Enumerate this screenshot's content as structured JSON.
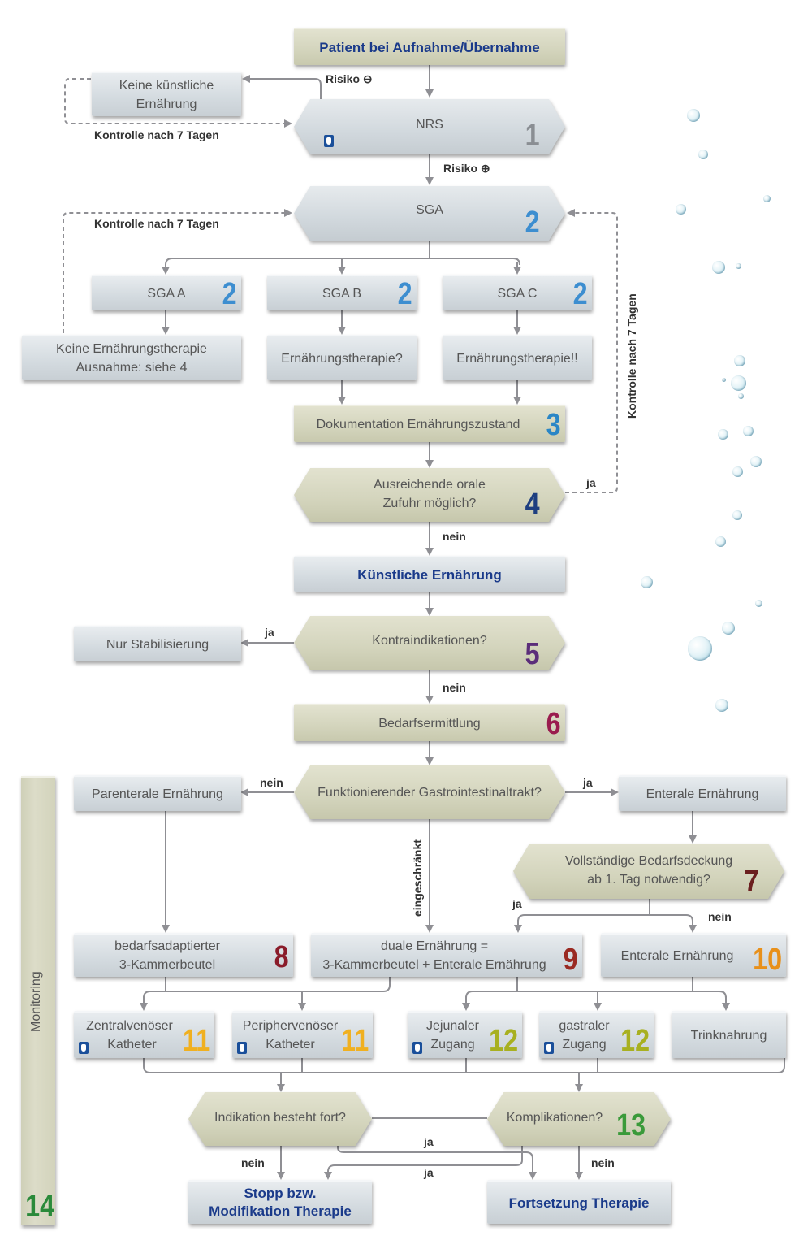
{
  "colors": {
    "num_grey": "#8a8e93",
    "num_lightblue": "#3d8ed0",
    "num_blue": "#2a86c6",
    "num_navy": "#1e3f80",
    "num_purple": "#5b2d7a",
    "num_magenta": "#9a1c4e",
    "num_brown": "#6b1f1f",
    "num_darkred": "#8a1c2a",
    "num_red": "#9a2a22",
    "num_orange": "#e8901a",
    "num_yellow": "#f0b020",
    "num_olive": "#a8b020",
    "num_green": "#3a9a3a",
    "num_darkgreen": "#2a8a3a",
    "title_blue": "#1a3a8a"
  },
  "nodes": {
    "start": {
      "text": "Patient bei Aufnahme/Übernahme"
    },
    "keine_kuenstliche": {
      "line1": "Keine künstliche",
      "line2": "Ernährung"
    },
    "nrs": {
      "text": "NRS",
      "num": "1",
      "icon": "hand-icon"
    },
    "sga": {
      "text": "SGA",
      "num": "2"
    },
    "sga_a": {
      "text": "SGA A",
      "num": "2"
    },
    "sga_b": {
      "text": "SGA B",
      "num": "2"
    },
    "sga_c": {
      "text": "SGA C",
      "num": "2"
    },
    "keine_therapie": {
      "line1": "Keine Ernährungstherapie",
      "line2": "Ausnahme: siehe 4"
    },
    "therapie_q": {
      "text": "Ernährungstherapie?"
    },
    "therapie_ex": {
      "text": "Ernährungstherapie!!"
    },
    "doku": {
      "text": "Dokumentation Ernährungszustand",
      "num": "3"
    },
    "orale": {
      "line1": "Ausreichende orale",
      "line2": "Zufuhr möglich?",
      "num": "4"
    },
    "kuenstliche": {
      "text": "Künstliche Ernährung"
    },
    "stabil": {
      "text": "Nur Stabilisierung"
    },
    "kontra": {
      "text": "Kontraindikationen?",
      "num": "5"
    },
    "bedarf": {
      "text": "Bedarfsermittlung",
      "num": "6"
    },
    "parenteral": {
      "text": "Parenterale Ernährung"
    },
    "gastro": {
      "text": "Funktionierender Gastrointestinaltrakt?"
    },
    "enteral": {
      "text": "Enterale Ernährung"
    },
    "vollst": {
      "line1": "Vollständige Bedarfsdeckung",
      "line2": "ab 1. Tag notwendig?",
      "num": "7"
    },
    "kammer": {
      "line1": "bedarfsadaptierter",
      "line2": "3-Kammerbeutel",
      "num": "8"
    },
    "dual": {
      "line1": "duale Ernährung =",
      "line2": "3-Kammerbeutel + Enterale Ernährung",
      "num": "9"
    },
    "enteral10": {
      "text": "Enterale Ernährung",
      "num": "10"
    },
    "zvk": {
      "line1": "Zentralvenöser",
      "line2": "Katheter",
      "num": "11"
    },
    "pvk": {
      "line1": "Periphervenöser",
      "line2": "Katheter",
      "num": "11"
    },
    "jejunal": {
      "line1": "Jejunaler",
      "line2": "Zugang",
      "num": "12"
    },
    "gastral": {
      "line1": "gastraler",
      "line2": "Zugang",
      "num": "12"
    },
    "trink": {
      "text": "Trinknahrung"
    },
    "indikation": {
      "text": "Indikation besteht fort?"
    },
    "kompl": {
      "text": "Komplikationen?",
      "num": "13"
    },
    "stopp": {
      "line1": "Stopp bzw.",
      "line2": "Modifikation Therapie"
    },
    "fortsetzung": {
      "text": "Fortsetzung Therapie"
    },
    "monitoring": {
      "text": "Monitoring",
      "num": "14"
    }
  },
  "edge_labels": {
    "risiko_minus": "Risiko ⊖",
    "risiko_plus": "Risiko ⊕",
    "kontrolle_1": "Kontrolle nach 7 Tagen",
    "kontrolle_2": "Kontrolle nach 7 Tagen",
    "kontrolle_3": "Kontrolle nach 7 Tagen",
    "ja_orale": "ja",
    "nein_orale": "nein",
    "ja_kontra": "ja",
    "nein_kontra": "nein",
    "nein_gastro": "nein",
    "ja_gastro": "ja",
    "eingeschraenkt": "eingeschränkt",
    "ja_vollst": "ja",
    "nein_vollst": "nein",
    "nein_indikation": "nein",
    "ja_1": "ja",
    "ja_2": "ja",
    "nein_kompl": "nein"
  }
}
